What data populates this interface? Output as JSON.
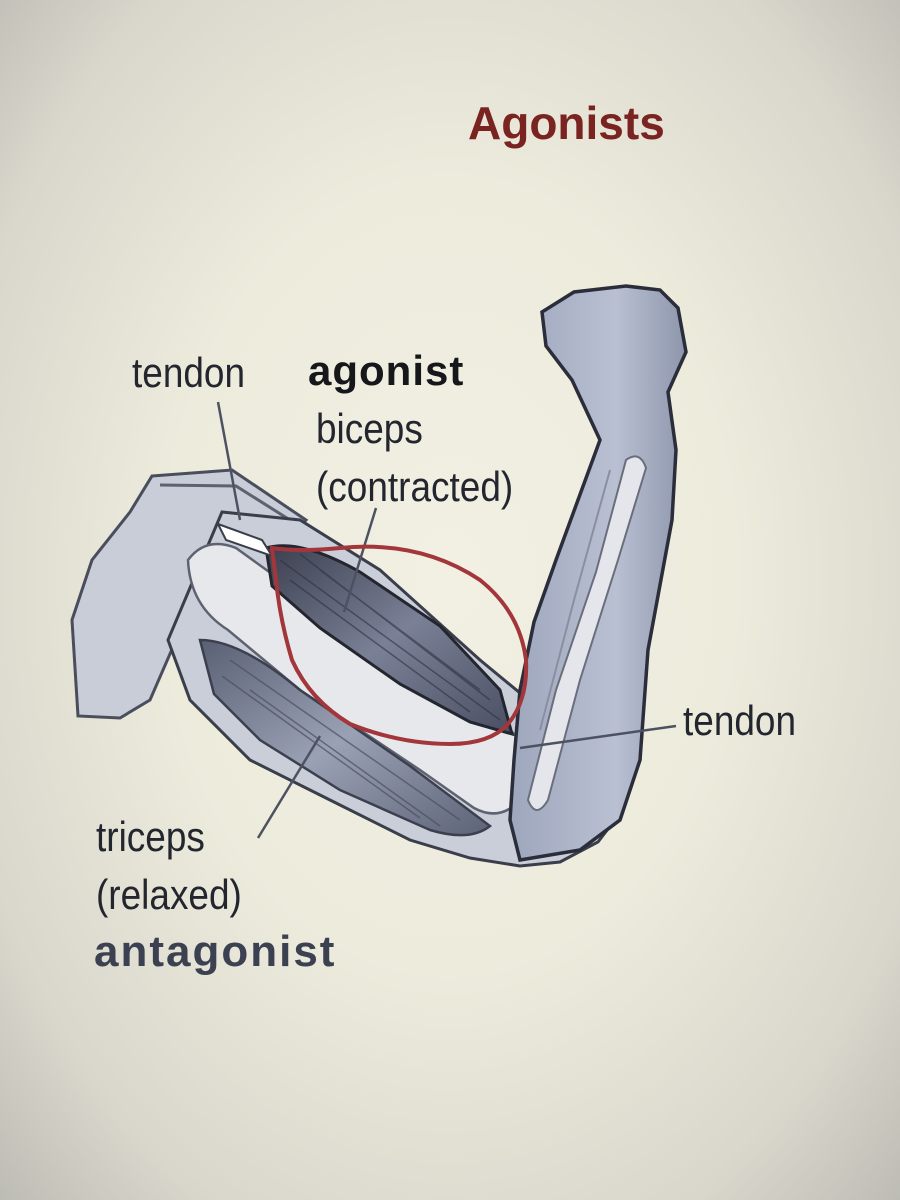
{
  "title": "Agonists",
  "labels": {
    "tendon_upper": "tendon",
    "agonist": "agonist",
    "biceps": "biceps",
    "biceps_state": "(contracted)",
    "tendon_lower": "tendon",
    "triceps": "triceps",
    "triceps_state": "(relaxed)",
    "antagonist": "antagonist"
  },
  "colors": {
    "title": "#7a2422",
    "highlight_circle": "#a3363a",
    "arm_outline": "#2b2e3a",
    "arm_fill": "#c6cbd8",
    "muscle_fill": "#6b7085"
  }
}
